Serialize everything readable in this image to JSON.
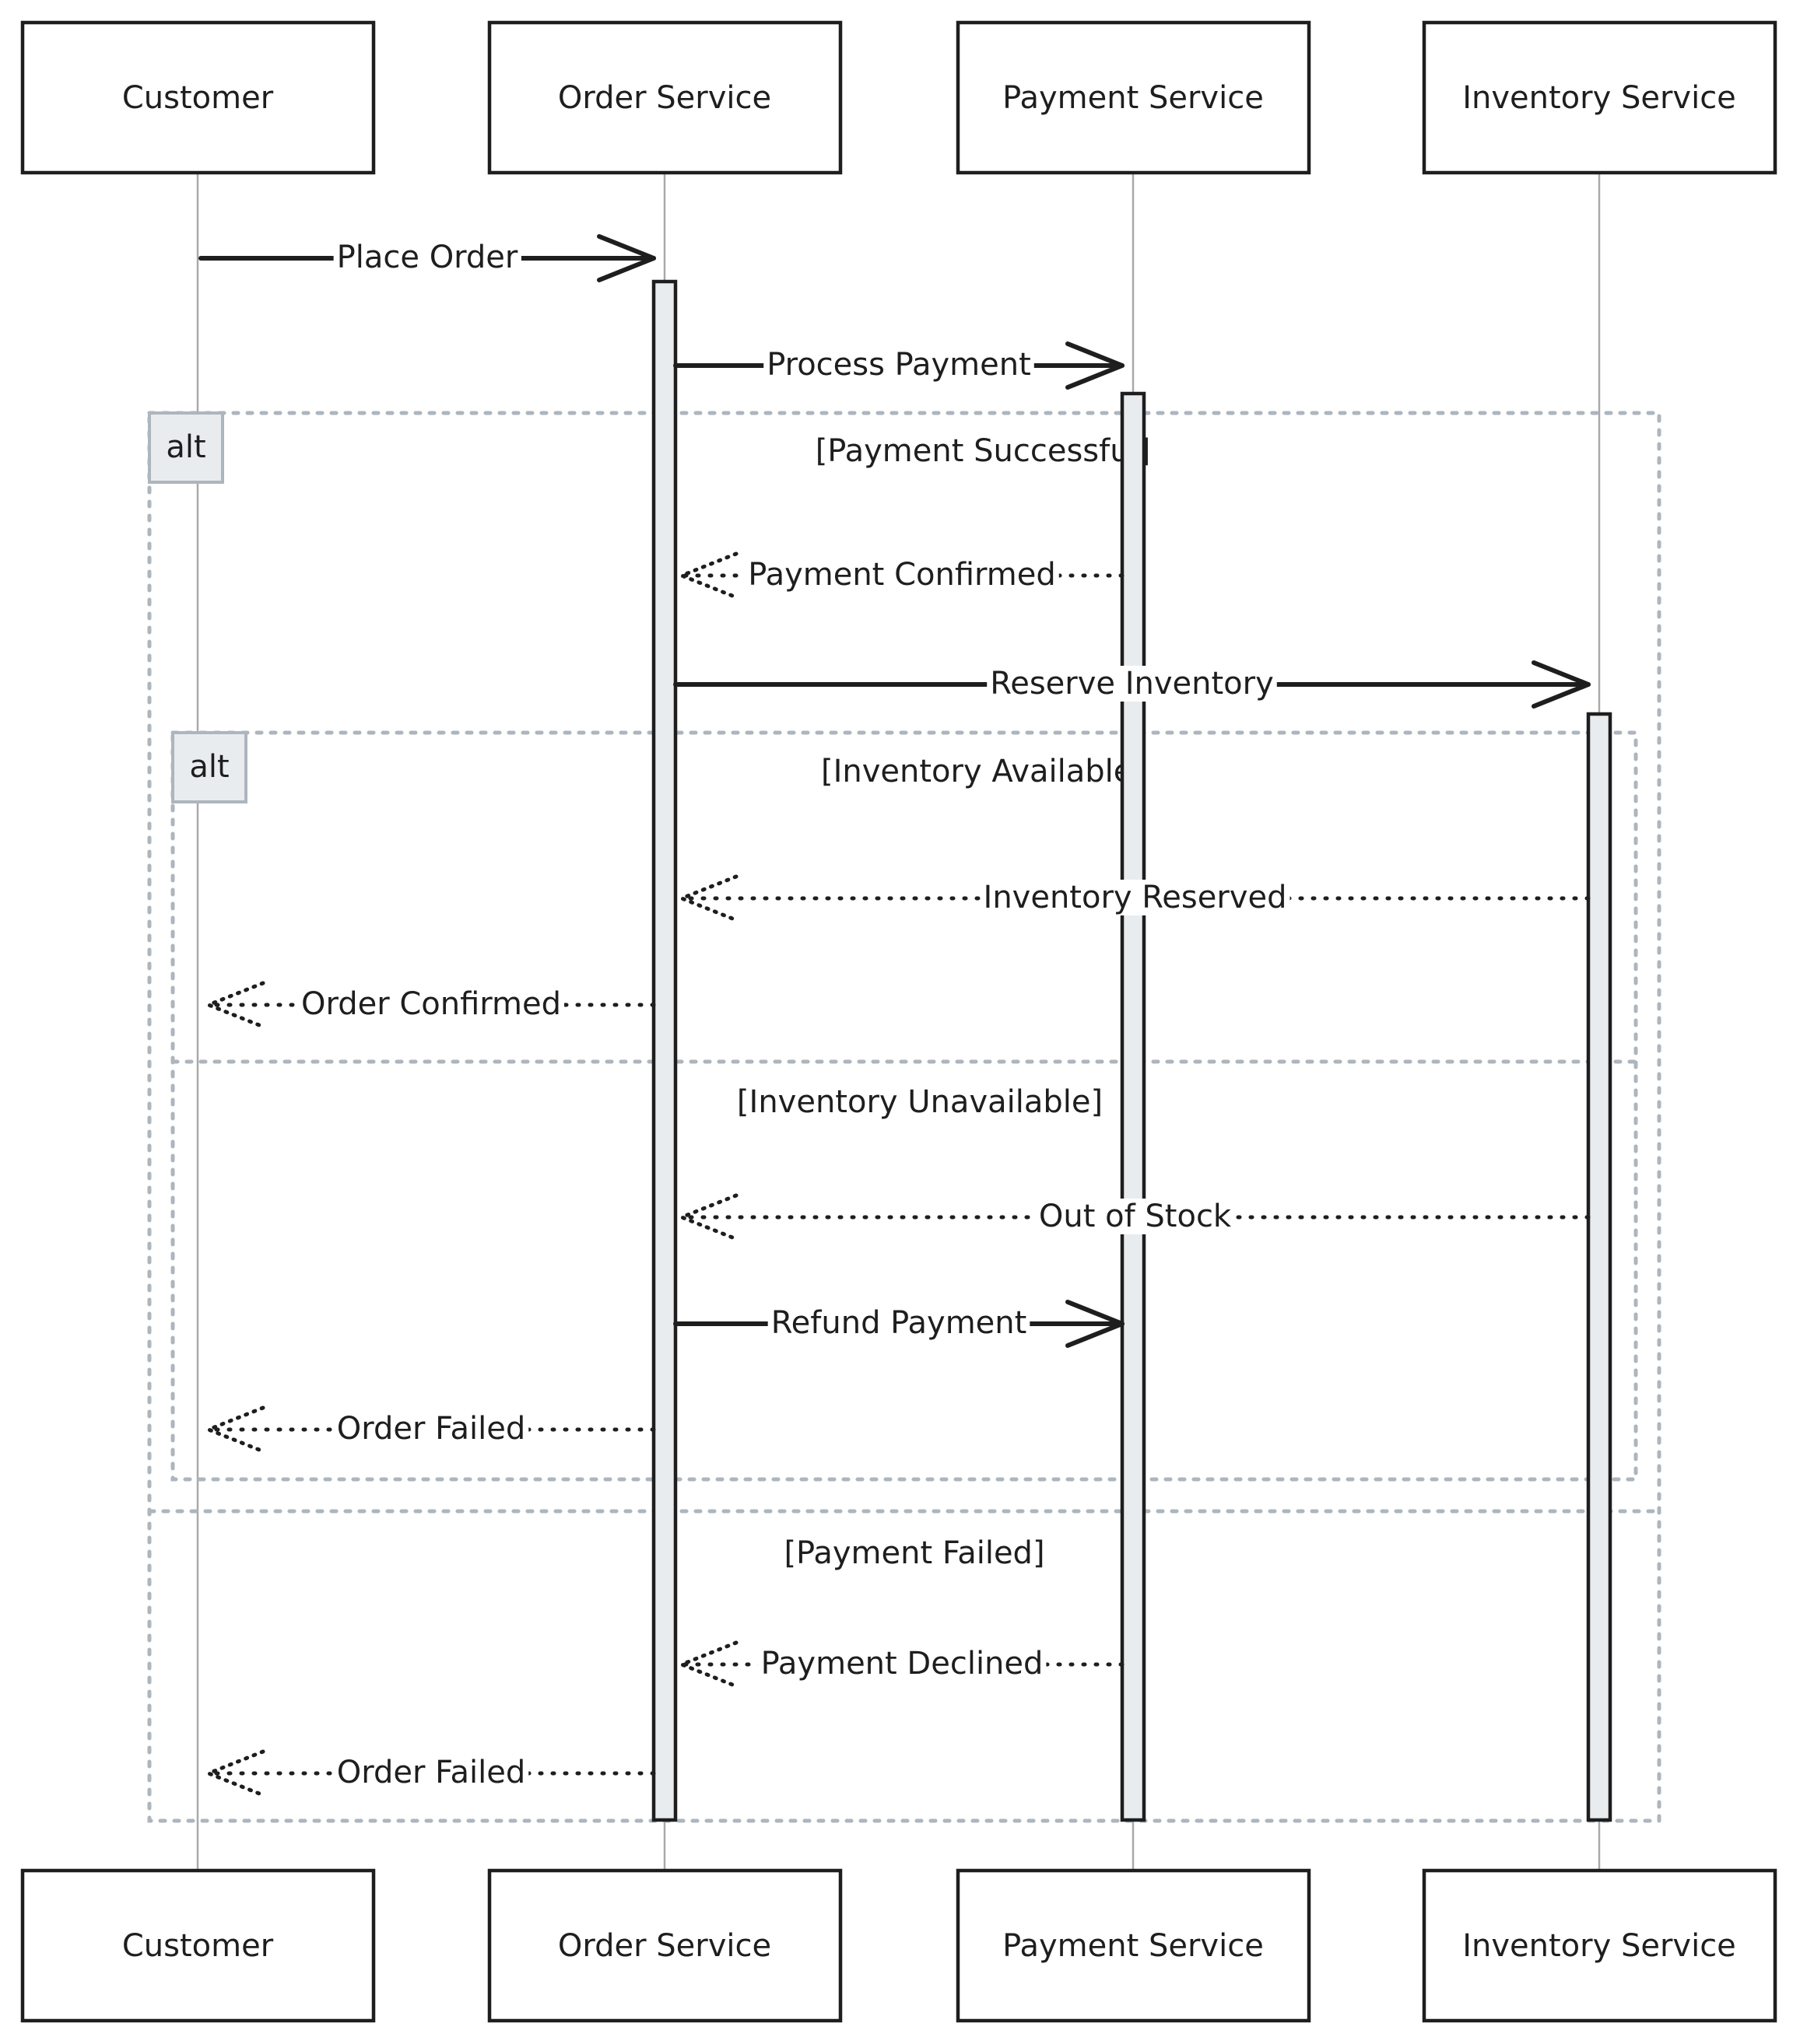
{
  "participants": [
    "Customer",
    "Order Service",
    "Payment Service",
    "Inventory Service"
  ],
  "messages": [
    {
      "from": 0,
      "to": 1,
      "label": "Place Order",
      "style": "solid"
    },
    {
      "from": 1,
      "to": 2,
      "label": "Process Payment",
      "style": "solid"
    },
    {
      "from": 2,
      "to": 1,
      "label": "Payment Confirmed",
      "style": "dashed"
    },
    {
      "from": 1,
      "to": 3,
      "label": "Reserve Inventory",
      "style": "solid"
    },
    {
      "from": 3,
      "to": 1,
      "label": "Inventory Reserved",
      "style": "dashed"
    },
    {
      "from": 1,
      "to": 0,
      "label": "Order Confirmed",
      "style": "dashed"
    },
    {
      "from": 3,
      "to": 1,
      "label": "Out of Stock",
      "style": "dashed"
    },
    {
      "from": 1,
      "to": 2,
      "label": "Refund Payment",
      "style": "solid"
    },
    {
      "from": 1,
      "to": 0,
      "label": "Order Failed",
      "style": "dashed"
    },
    {
      "from": 2,
      "to": 1,
      "label": "Payment Declined",
      "style": "dashed"
    },
    {
      "from": 1,
      "to": 0,
      "label": "Order Failed",
      "style": "dashed"
    }
  ],
  "fragments": {
    "outer": {
      "tag": "alt",
      "guards": [
        "[Payment Successful]",
        "[Payment Failed]"
      ]
    },
    "inner": {
      "tag": "alt",
      "guards": [
        "[Inventory Available]",
        "[Inventory Unavailable]"
      ]
    }
  }
}
